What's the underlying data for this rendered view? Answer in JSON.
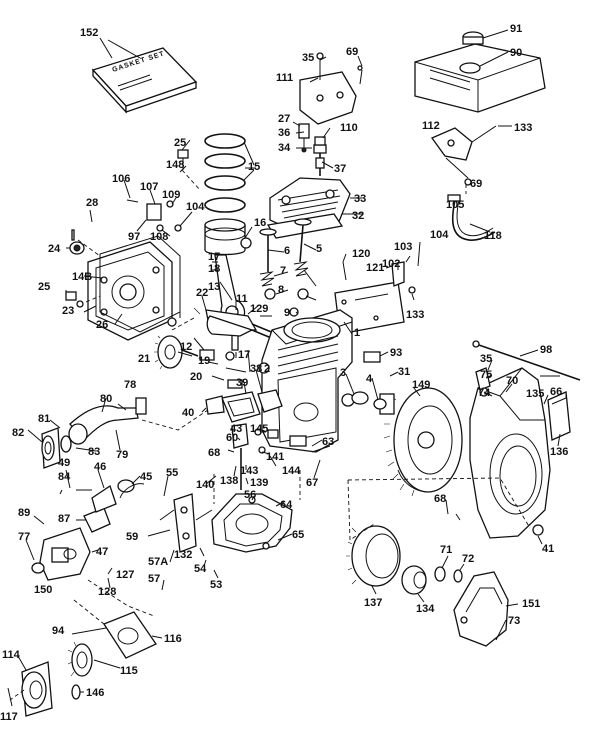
{
  "kit_label": "GASKET SET",
  "part_numbers": [
    "152",
    "35",
    "69",
    "91",
    "90",
    "111",
    "27",
    "36",
    "110",
    "133",
    "112",
    "34",
    "37",
    "25",
    "148",
    "15",
    "33",
    "106",
    "107",
    "109",
    "104",
    "32",
    "28",
    "97",
    "108",
    "16",
    "69b",
    "105",
    "24",
    "6",
    "5",
    "120",
    "104b",
    "118",
    "17",
    "121",
    "7",
    "102",
    "103",
    "14B",
    "18",
    "8",
    "25b",
    "13",
    "11",
    "9",
    "133b",
    "22",
    "129",
    "23",
    "26",
    "1",
    "93",
    "12",
    "17b",
    "21",
    "19",
    "39",
    "2",
    "98",
    "20",
    "38",
    "3",
    "4",
    "31",
    "78",
    "35b",
    "75",
    "70",
    "66",
    "74",
    "149",
    "135",
    "80",
    "40",
    "43",
    "60",
    "145",
    "81",
    "83",
    "82",
    "79",
    "68",
    "141",
    "63",
    "136",
    "49",
    "46",
    "45",
    "55",
    "143",
    "144",
    "140",
    "139",
    "67",
    "138",
    "84",
    "56",
    "64",
    "89",
    "87",
    "68b",
    "41",
    "59",
    "77",
    "47",
    "57A",
    "132",
    "65",
    "127",
    "54",
    "150",
    "57",
    "53",
    "71",
    "72",
    "128",
    "137",
    "134",
    "151",
    "73",
    "94",
    "116",
    "114",
    "115",
    "146",
    "117"
  ]
}
